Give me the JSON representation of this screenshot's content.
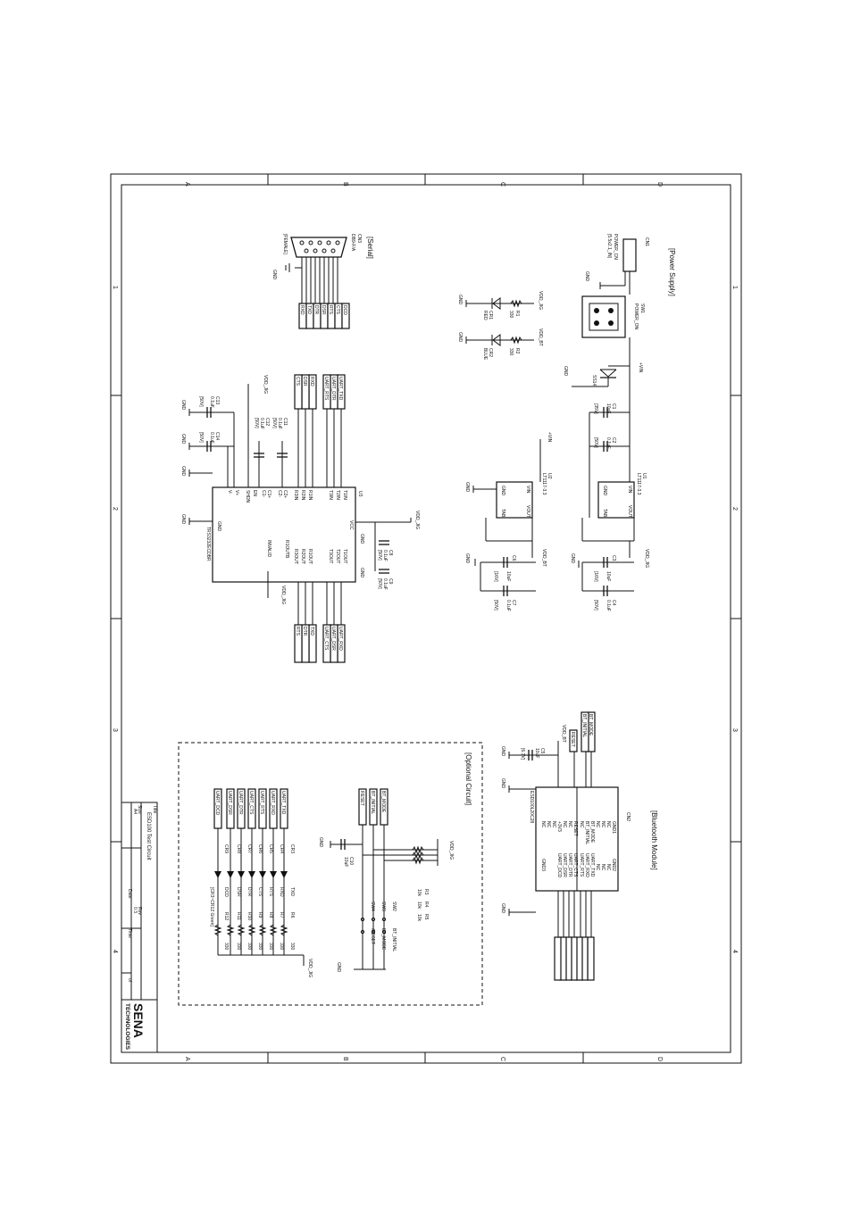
{
  "zones": {
    "letters": [
      "A",
      "B",
      "C",
      "D"
    ],
    "numbers": [
      "1",
      "2",
      "3",
      "4"
    ]
  },
  "sections": {
    "serial": "[Serial]",
    "power_supply": "[Power Supply]",
    "bluetooth_module": "[Bluetooth Module]",
    "optional_circuit": "[Optional Circuit]"
  },
  "serial": {
    "ref": "CN3",
    "part": "DB9-F/A",
    "gender": "[FEMALE]",
    "ground": "GND",
    "pins": [
      "RXD",
      "TXD",
      "DTR",
      "DSR",
      "RTS",
      "CTS",
      "DCD"
    ]
  },
  "power": {
    "conn_ref": "CN1",
    "conn_label": "POWER_CN",
    "conn_part": "[5.5x2.1_IN]",
    "conn_gnd": "GND",
    "switch_ref": "SW1",
    "switch_label": "POWER_ON",
    "vin": "+VIN",
    "diode": "SS14",
    "u1": {
      "ref": "U1",
      "part": "LT1117-3.3",
      "vin": "VIN",
      "vout": "VOUT",
      "gnd": "GND",
      "tab": "TAB"
    },
    "u2": {
      "ref": "U2",
      "part": "LT1117-3.3",
      "vin": "VIN",
      "vout": "VOUT",
      "gnd": "GND",
      "tab": "TAB"
    },
    "c1": [
      "C1",
      "10uF",
      "[35V]"
    ],
    "c2": [
      "C2",
      "0.1uF",
      "[50V]"
    ],
    "c3": [
      "C3",
      "10uF",
      "[16V]"
    ],
    "c4": [
      "C4",
      "0.1uF",
      "[50V]"
    ],
    "c6": [
      "C6",
      "10uF",
      "[16V]"
    ],
    "c7": [
      "C7",
      "0.1uF",
      "[50V]"
    ],
    "vdd_jig": "VDD_JIG",
    "vdd_bt": "VDD_BT",
    "gnd": "GND",
    "leds": [
      {
        "ref": "CR1",
        "color": "RED",
        "r": "R1",
        "rv": "330",
        "net": "VDD_JIG"
      },
      {
        "ref": "CR2",
        "color": "BLUE",
        "r": "R2",
        "rv": "330",
        "net": "VDD_BT"
      }
    ]
  },
  "transceiver": {
    "ref": "U3",
    "part": "TRS3232ECDBR",
    "left_pins": [
      "C1+",
      "C1-",
      "C2+",
      "C2-",
      "V+",
      "V-",
      "EN",
      "SHDN"
    ],
    "mid_pins": [
      "T1IN",
      "T2IN",
      "T3IN",
      "R1IN",
      "R2IN",
      "R3IN"
    ],
    "right_pins": [
      "T1OUT",
      "T2OUT",
      "T3OUT",
      "R1OUT",
      "R2OUT",
      "R3OUT",
      "R1OUTB",
      "INVALID"
    ],
    "vcc": "VCC",
    "gnd": "GND",
    "caps": [
      [
        "C11",
        "0.1uF",
        "[50V]"
      ],
      [
        "C12",
        "0.1uF",
        "[50V]"
      ],
      [
        "C13",
        "0.1uF",
        "[50V]"
      ],
      [
        "C14",
        "0.1uF",
        "[50V]"
      ],
      [
        "C8",
        "0.1uF",
        "[50V]"
      ],
      [
        "C9",
        "0.1uF",
        "[50V]"
      ]
    ],
    "in_nets": [
      "UART_TXD",
      "UART_DTR",
      "UART_RTS",
      "RXD",
      "DSR",
      "CTS"
    ],
    "out_nets": [
      "UART_RXD",
      "UART_DSR",
      "UART_CTS",
      "TXD",
      "DTR",
      "RTS"
    ],
    "vdd_jig": "VDD_JIG"
  },
  "bluetooth": {
    "ref": "CN2",
    "part": "ESD100L20C28",
    "left_pins": [
      "GND1",
      "NC",
      "NC",
      "NC",
      "BT_MODE",
      "BT_INITIAL",
      "NC",
      "RESET",
      "NC",
      "NC",
      "+3V3",
      "NC",
      "NC",
      "NC"
    ],
    "right_pins": [
      "GND2",
      "NC",
      "NC",
      "NC",
      "UART_TXD",
      "UART_RXD",
      "UART_RTS",
      "UART_CTS",
      "UART_DTR",
      "UART_DSR",
      "UART_DCD",
      "GND3"
    ],
    "nets_left": [
      "BT_MODE",
      "BT_INITIAL",
      "RESET",
      "VDD_BT"
    ],
    "cap": [
      "C5",
      "10uF",
      "[6.3V]"
    ],
    "gnd": "GND"
  },
  "optional": {
    "vdd_jig": "VDD_JIG",
    "gnd": "GND",
    "c10": [
      "C10",
      "10uF"
    ],
    "resistors": [
      "R3",
      "R4",
      "R5"
    ],
    "resistor_vals": [
      "10k",
      "10k",
      "10k"
    ],
    "switches": [
      {
        "ref": "SW2",
        "label": "BT_INITIAL"
      },
      {
        "ref": "SW3",
        "label": "BT_MODE"
      },
      {
        "ref": "SW4",
        "label": "/RESET"
      }
    ],
    "sw_nets": [
      "BT_MODE",
      "BT_INITIAL",
      "RESET"
    ],
    "leds": [
      {
        "net": "UART_TXD",
        "cr": "CR3",
        "r": "R6",
        "sig": "TXD"
      },
      {
        "net": "UART_RXD",
        "cr": "CR4",
        "r": "R7",
        "sig": "RXD"
      },
      {
        "net": "UART_RTS",
        "cr": "CR5",
        "r": "R8",
        "sig": "RTS"
      },
      {
        "net": "UART_CTS",
        "cr": "CR6",
        "r": "R9",
        "sig": "CTS"
      },
      {
        "net": "UART_DTR",
        "cr": "CR7",
        "r": "R10",
        "sig": "DTR"
      },
      {
        "net": "UART_DSR",
        "cr": "CR8",
        "r": "R11",
        "sig": "DSR"
      },
      {
        "net": "UART_DCD",
        "cr": "CR9",
        "r": "R12",
        "sig": "DCD"
      }
    ],
    "led_res": "330",
    "led_note": "[CR3~CR12 Green]"
  },
  "title_block": {
    "title_label": "Title",
    "title": "ESD100 Test Circuit",
    "size_label": "Size",
    "size": "A4",
    "rev_label": "Rev",
    "rev": "0.3",
    "date_label": "Date",
    "time_label": "Time",
    "of_label": "of",
    "brand": "SENA",
    "brand_sub": "TECHNOLOGIES",
    "brand_color": "#d42a1c"
  }
}
